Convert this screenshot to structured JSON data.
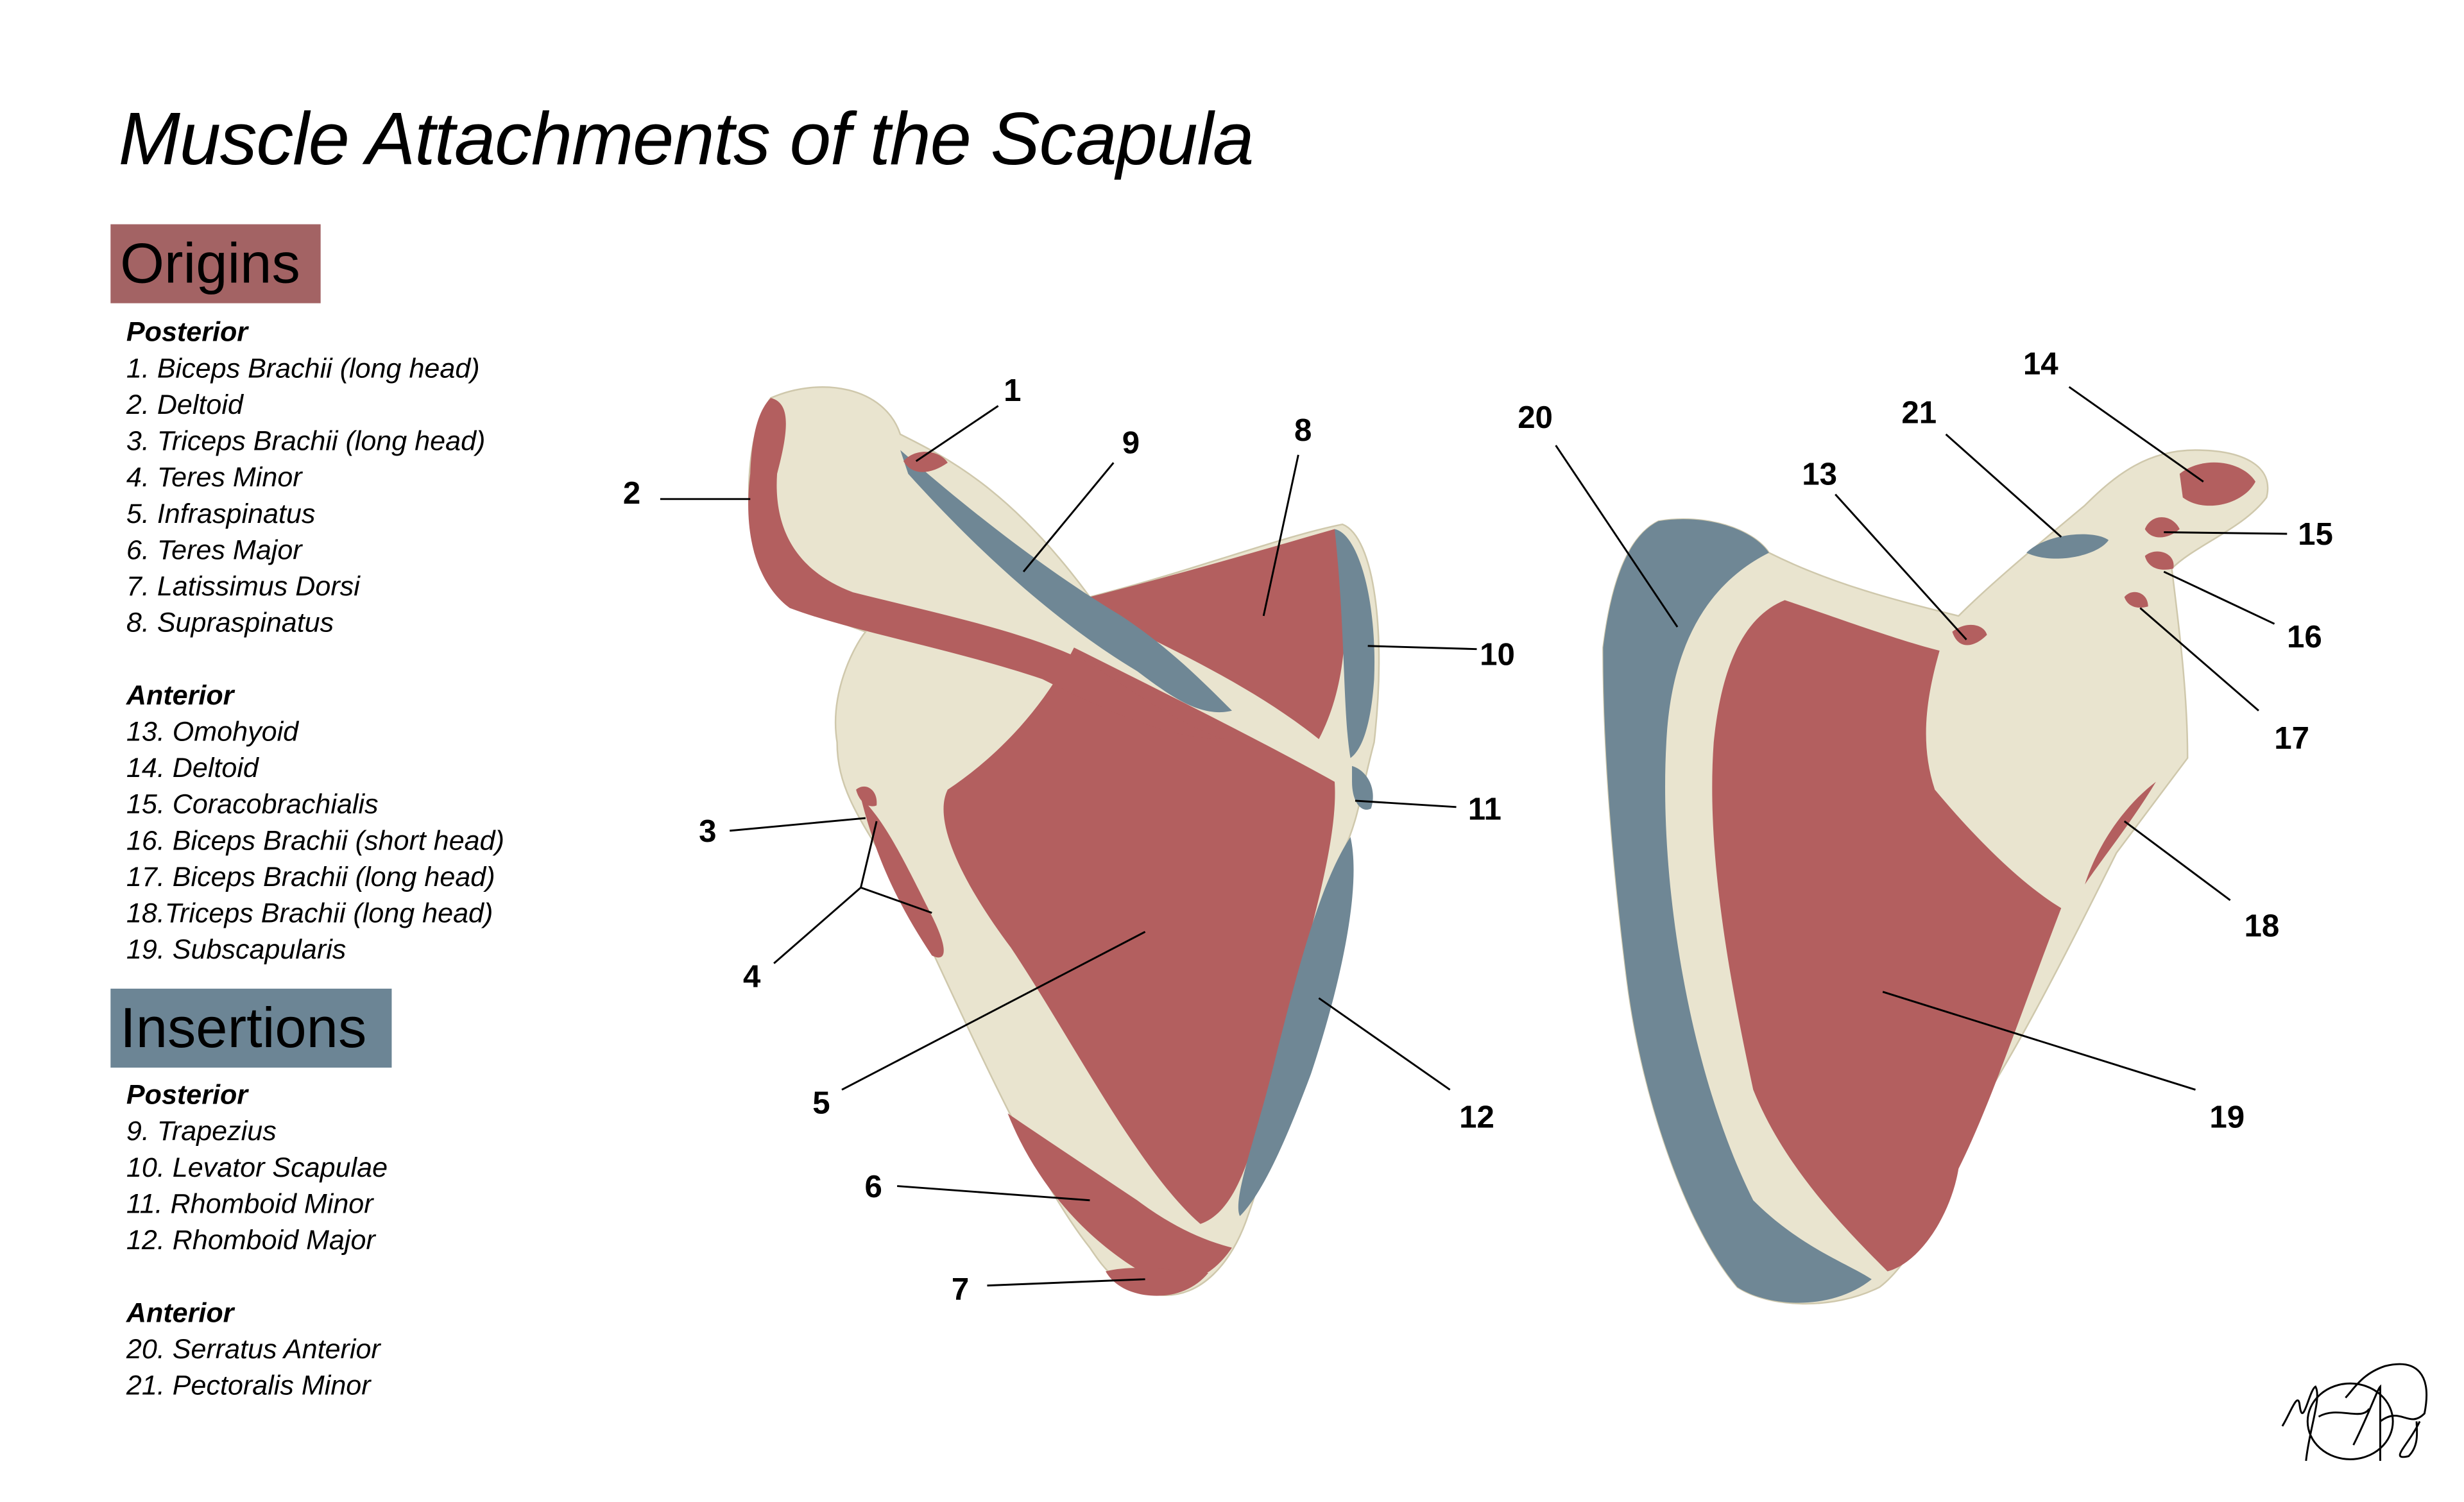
{
  "title": "Muscle Attachments of the Scapula",
  "origins": {
    "heading": "Origins",
    "color": "#a36364",
    "posterior_label": "Posterior",
    "posterior": [
      "1. Biceps Brachii (long head)",
      "2. Deltoid",
      "3. Triceps Brachii (long head)",
      "4. Teres Minor",
      "5. Infraspinatus",
      "6. Teres Major",
      "7. Latissimus Dorsi",
      "8. Supraspinatus"
    ],
    "anterior_label": "Anterior",
    "anterior": [
      "13. Omohyoid",
      "14. Deltoid",
      "15. Coracobrachialis",
      "16. Biceps Brachii (short head)",
      "17. Biceps Brachii (long head)",
      "18.Triceps Brachii (long head)",
      "19. Subscapularis"
    ]
  },
  "insertions": {
    "heading": "Insertions",
    "color": "#6c8595",
    "posterior_label": "Posterior",
    "posterior": [
      "9. Trapezius",
      "10. Levator Scapulae",
      "11. Rhomboid Minor",
      "12. Rhomboid Major"
    ],
    "anterior_label": "Anterior",
    "anterior": [
      "20. Serratus Anterior",
      "21. Pectoralis Minor"
    ]
  },
  "diagram": {
    "bone_color": "#e9e4cf",
    "labels": [
      "1",
      "2",
      "3",
      "4",
      "5",
      "6",
      "7",
      "8",
      "9",
      "10",
      "11",
      "12",
      "13",
      "14",
      "15",
      "16",
      "17",
      "18",
      "19",
      "20",
      "21"
    ]
  },
  "signature": "Morgan Franzen"
}
